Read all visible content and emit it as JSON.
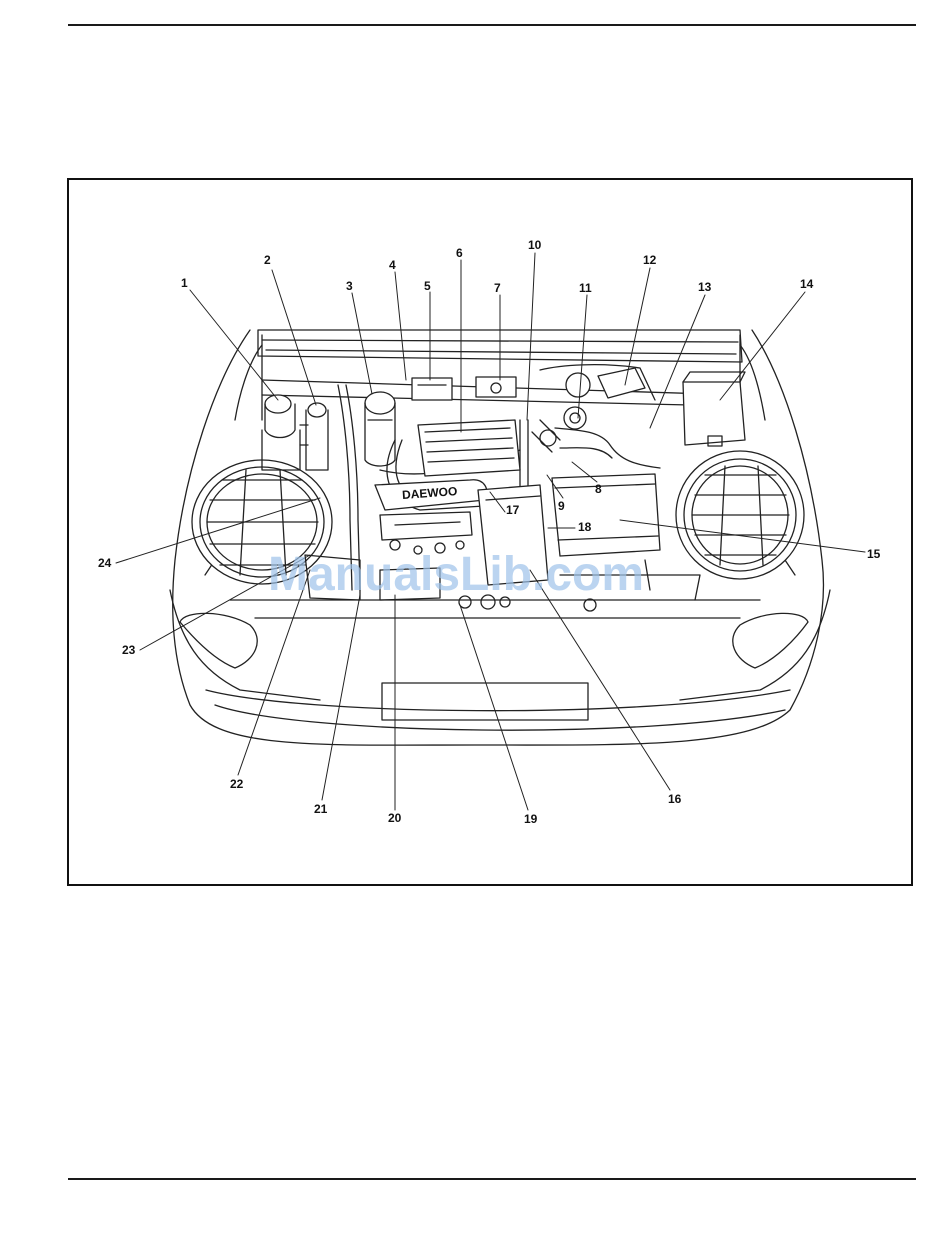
{
  "callouts": [
    {
      "n": "1"
    },
    {
      "n": "2"
    },
    {
      "n": "3"
    },
    {
      "n": "4"
    },
    {
      "n": "5"
    },
    {
      "n": "6"
    },
    {
      "n": "7"
    },
    {
      "n": "8"
    },
    {
      "n": "9"
    },
    {
      "n": "10"
    },
    {
      "n": "11"
    },
    {
      "n": "12"
    },
    {
      "n": "13"
    },
    {
      "n": "14"
    },
    {
      "n": "15"
    },
    {
      "n": "16"
    },
    {
      "n": "17"
    },
    {
      "n": "18"
    },
    {
      "n": "19"
    },
    {
      "n": "20"
    },
    {
      "n": "21"
    },
    {
      "n": "22"
    },
    {
      "n": "23"
    },
    {
      "n": "24"
    }
  ],
  "engine_brand": "DAEWOO",
  "watermark": "ManualsLib.com"
}
